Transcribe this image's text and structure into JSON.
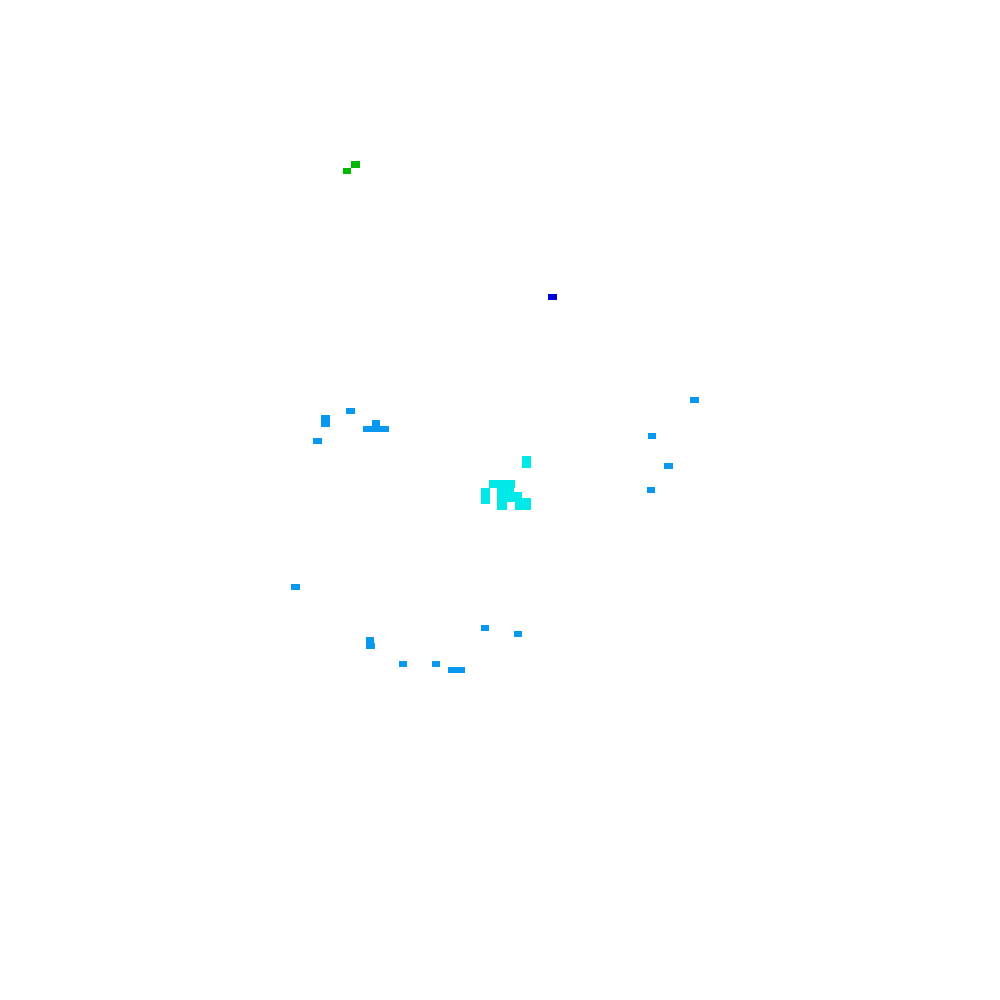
{
  "palette": {
    "background": "#ffffff",
    "green": "#00b800",
    "blue": "#0000d8",
    "sky": "#0898f0",
    "cyan": "#00e8e8"
  },
  "clusters": [
    {
      "name": "green-cluster",
      "color": "green"
    },
    {
      "name": "blue-cluster",
      "color": "blue"
    },
    {
      "name": "cyan-cluster",
      "color": "cyan"
    },
    {
      "name": "upper-left-sky-cluster",
      "color": "sky"
    },
    {
      "name": "right-sky-cluster",
      "color": "sky"
    },
    {
      "name": "lower-sky-cluster",
      "color": "sky"
    }
  ]
}
